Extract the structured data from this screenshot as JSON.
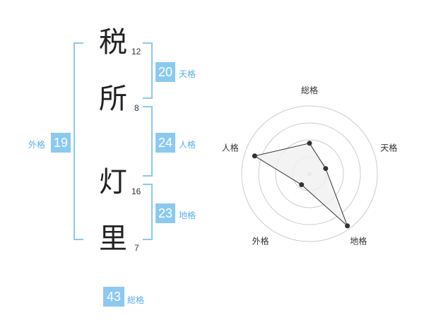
{
  "name": {
    "chars": [
      {
        "char": "税",
        "strokes": "12"
      },
      {
        "char": "所",
        "strokes": "8"
      },
      {
        "char": "灯",
        "strokes": "16"
      },
      {
        "char": "里",
        "strokes": "7"
      }
    ]
  },
  "fortunes": {
    "tenkaku": {
      "label": "天格",
      "value": "20"
    },
    "jinkaku": {
      "label": "人格",
      "value": "24"
    },
    "chikaku": {
      "label": "地格",
      "value": "23"
    },
    "gaikaku": {
      "label": "外格",
      "value": "19"
    },
    "soukaku": {
      "label": "総格",
      "value": "43"
    }
  },
  "chart_data": {
    "type": "radar",
    "axes": [
      "総格",
      "天格",
      "地格",
      "外格",
      "人格"
    ],
    "values": [
      0.45,
      0.25,
      0.95,
      0.2,
      0.85
    ],
    "range": [
      0,
      1
    ],
    "rings": 4,
    "fill_color": "#f0f0f0",
    "line_color": "#333333"
  },
  "colors": {
    "accent": "#8cc9f0",
    "label_text": "#5aaee6"
  }
}
